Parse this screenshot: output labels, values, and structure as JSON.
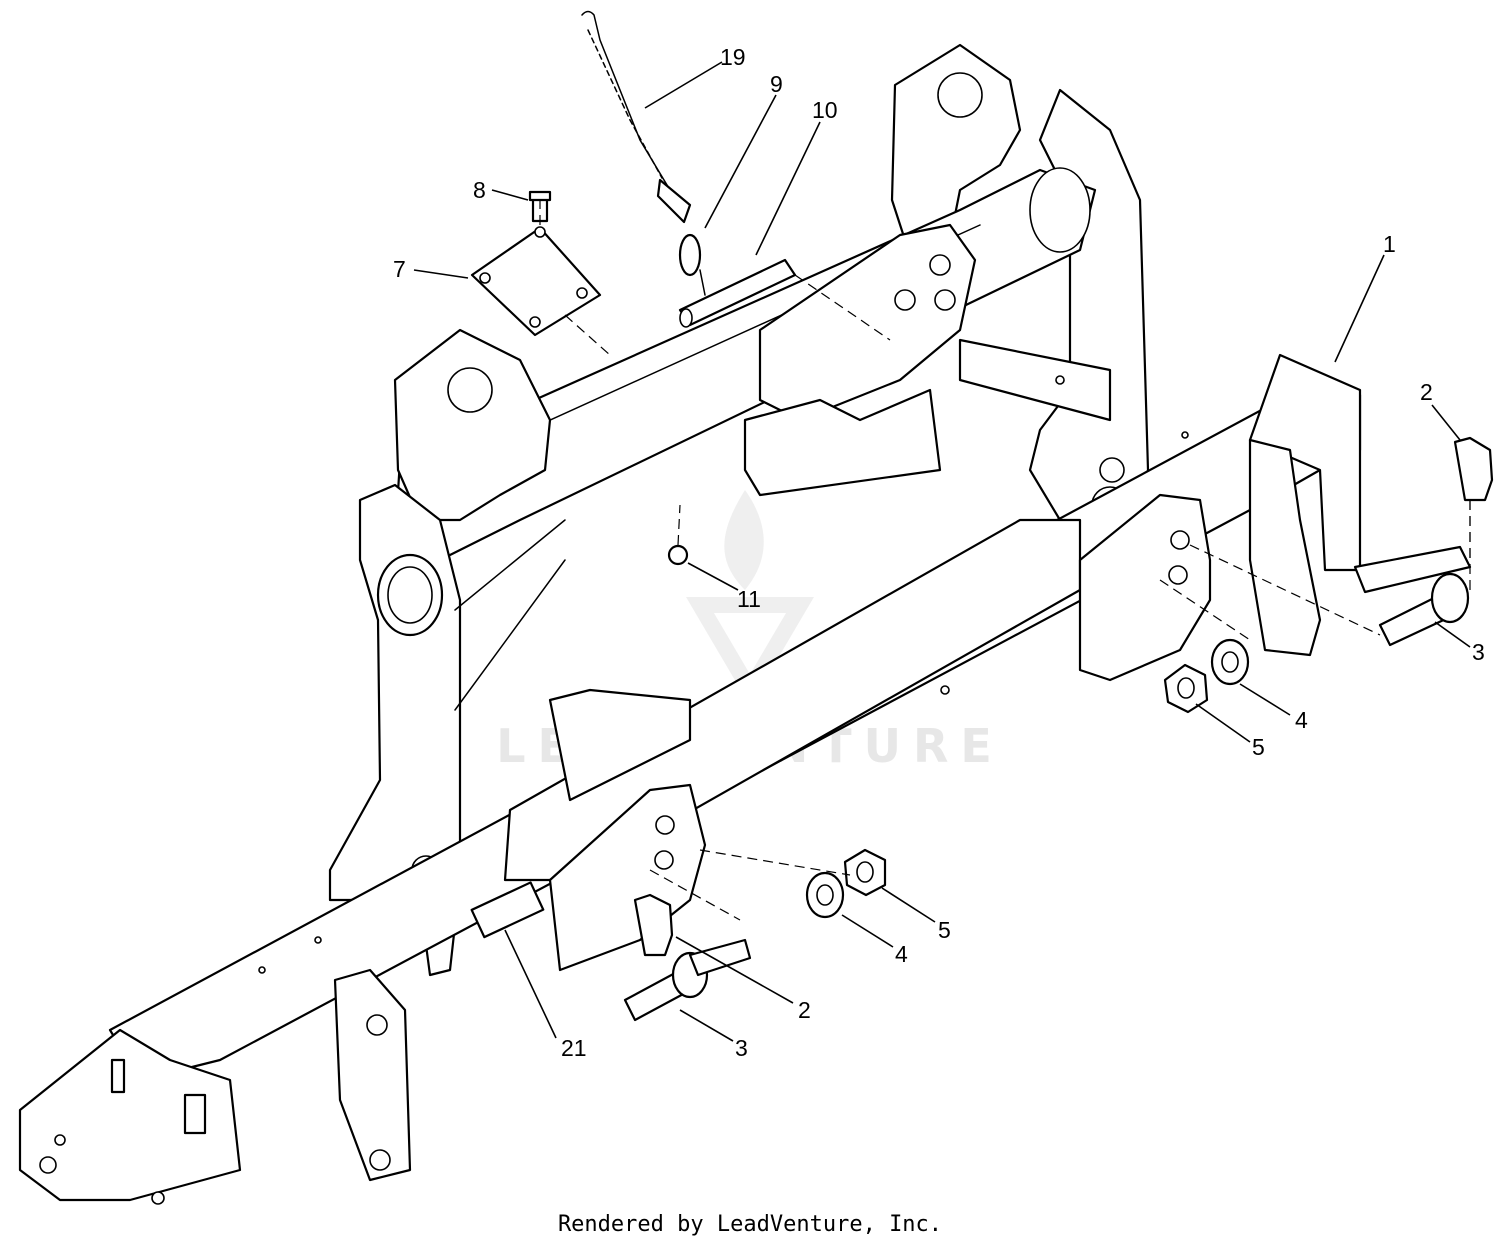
{
  "diagram": {
    "callouts": [
      {
        "id": "c19",
        "label": "19"
      },
      {
        "id": "c9",
        "label": "9"
      },
      {
        "id": "c10",
        "label": "10"
      },
      {
        "id": "c8",
        "label": "8"
      },
      {
        "id": "c7",
        "label": "7"
      },
      {
        "id": "c1",
        "label": "1"
      },
      {
        "id": "c2a",
        "label": "2"
      },
      {
        "id": "c3a",
        "label": "3"
      },
      {
        "id": "c4a",
        "label": "4"
      },
      {
        "id": "c5a",
        "label": "5"
      },
      {
        "id": "c11",
        "label": "11"
      },
      {
        "id": "c5b",
        "label": "5"
      },
      {
        "id": "c4b",
        "label": "4"
      },
      {
        "id": "c2b",
        "label": "2"
      },
      {
        "id": "c3b",
        "label": "3"
      },
      {
        "id": "c21",
        "label": "21"
      }
    ]
  },
  "watermark": "LEADVENTURE",
  "footer": {
    "credit": "Rendered by LeadVenture, Inc."
  }
}
